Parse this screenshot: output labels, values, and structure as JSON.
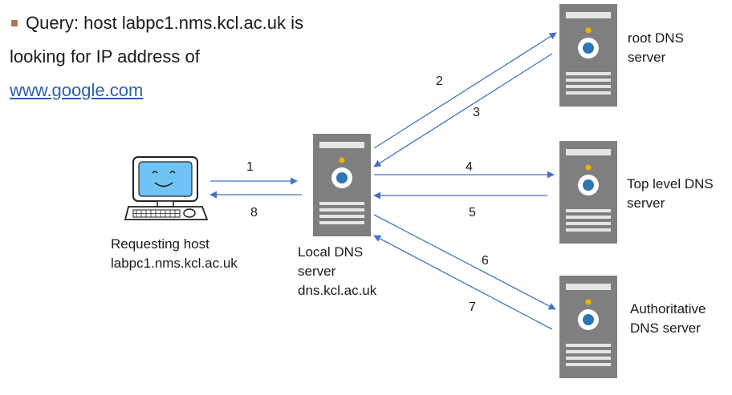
{
  "query": {
    "line1": "Query: host labpc1.nms.kcl.ac.uk is",
    "line2": "looking for IP address of",
    "link": "www.google.com"
  },
  "nodes": {
    "host": {
      "line1": "Requesting host",
      "line2": "labpc1.nms.kcl.ac.uk"
    },
    "local": {
      "line1": "Local DNS",
      "line2": "server",
      "line3": "dns.kcl.ac.uk"
    },
    "root": {
      "line1": "root DNS",
      "line2": "server"
    },
    "tld": {
      "line1": "Top level DNS",
      "line2": "server"
    },
    "auth": {
      "line1": "Authoritative",
      "line2": "DNS server"
    }
  },
  "steps": [
    "1",
    "2",
    "3",
    "4",
    "5",
    "6",
    "7",
    "8"
  ],
  "colors": {
    "arrow": "#4472c4",
    "bullet": "#a67c52",
    "server_body": "#7f7f7f",
    "server_light": "#e5e5e5",
    "server_led": "#f0b400",
    "server_disk": "#2e75b6",
    "monitor_screen": "#6fc3f5",
    "link": "#2b5fb3"
  }
}
